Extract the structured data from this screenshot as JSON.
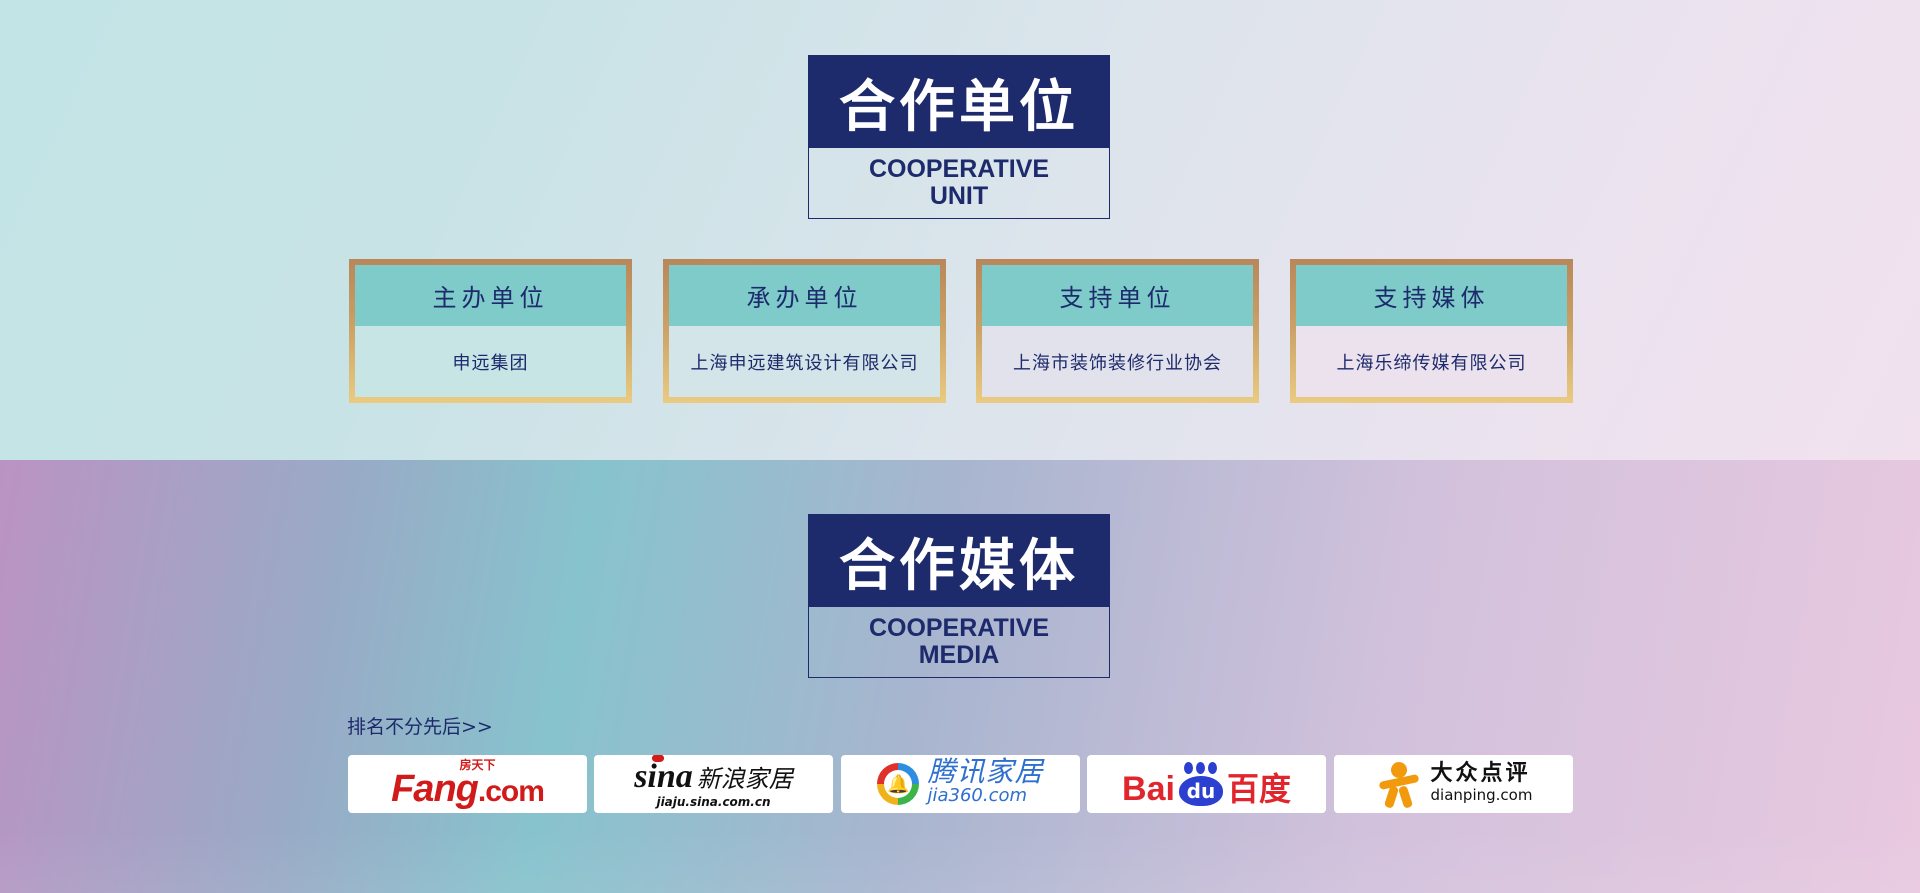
{
  "cooperative_unit": {
    "title_zh": "合作单位",
    "title_en_line1": "COOPERATIVE",
    "title_en_line2": "UNIT",
    "cards": [
      {
        "role": "主办单位",
        "name": "申远集团"
      },
      {
        "role": "承办单位",
        "name": "上海申远建筑设计有限公司"
      },
      {
        "role": "支持单位",
        "name": "上海市装饰装修行业协会"
      },
      {
        "role": "支持媒体",
        "name": "上海乐缔传媒有限公司"
      }
    ]
  },
  "cooperative_media": {
    "title_zh": "合作媒体",
    "title_en_line1": "COOPERATIVE",
    "title_en_line2": "MEDIA",
    "note": "排名不分先后>>",
    "logos": [
      {
        "top": "房天下",
        "main": "Fang",
        "suffix": ".com",
        "icon": "fang-logo"
      },
      {
        "mark": "sina",
        "zh": "新浪家居",
        "url": "jiaju.sina.com.cn",
        "icon": "sina-logo"
      },
      {
        "zh": "腾讯家居",
        "url": "jia360.com",
        "icon": "jia360-logo"
      },
      {
        "bai": "Bai",
        "du": "du",
        "zh": "百度",
        "icon": "baidu-logo"
      },
      {
        "zh": "大众点评",
        "url": "dianping.com",
        "icon": "dianping-logo"
      }
    ]
  },
  "colors": {
    "navy": "#1d2a6b",
    "teal": "#7ecbca",
    "gold": "#c9a064"
  }
}
